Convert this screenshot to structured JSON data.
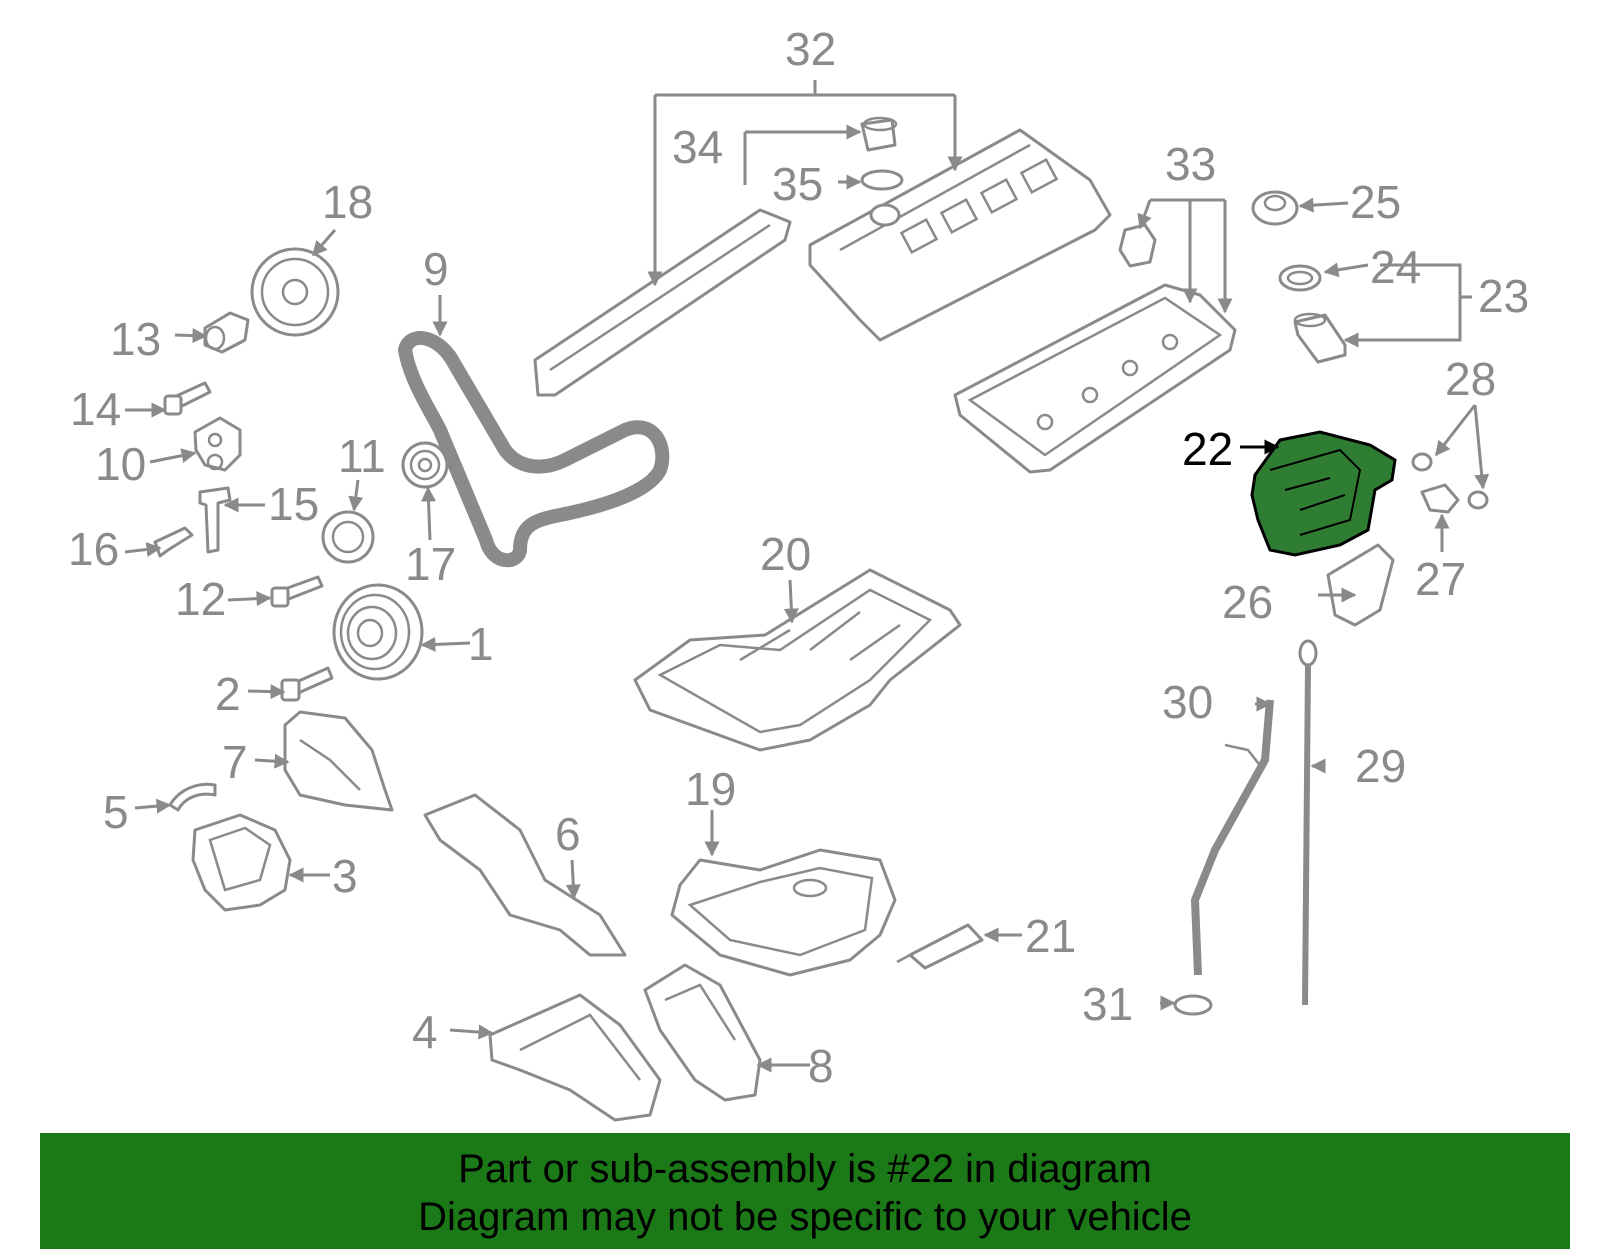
{
  "callouts": {
    "c1": "1",
    "c2": "2",
    "c3": "3",
    "c4": "4",
    "c5": "5",
    "c6": "6",
    "c7": "7",
    "c8": "8",
    "c9": "9",
    "c10": "10",
    "c11": "11",
    "c12": "12",
    "c13": "13",
    "c14": "14",
    "c15": "15",
    "c16": "16",
    "c17": "17",
    "c18": "18",
    "c19": "19",
    "c20": "20",
    "c21": "21",
    "c22": "22",
    "c23": "23",
    "c24": "24",
    "c25": "25",
    "c26": "26",
    "c27": "27",
    "c28": "28",
    "c29": "29",
    "c30": "30",
    "c31": "31",
    "c32": "32",
    "c33": "33",
    "c34": "34",
    "c35": "35"
  },
  "highlighted_part": "22",
  "caption": {
    "line1": "Part or sub-assembly is #22 in diagram",
    "line2": "Diagram may not be specific to your vehicle"
  },
  "colors": {
    "line_gray": "#8a8a8a",
    "highlight_fill": "#2e7d32",
    "caption_background": "#1b7a17",
    "caption_text": "#000000"
  }
}
